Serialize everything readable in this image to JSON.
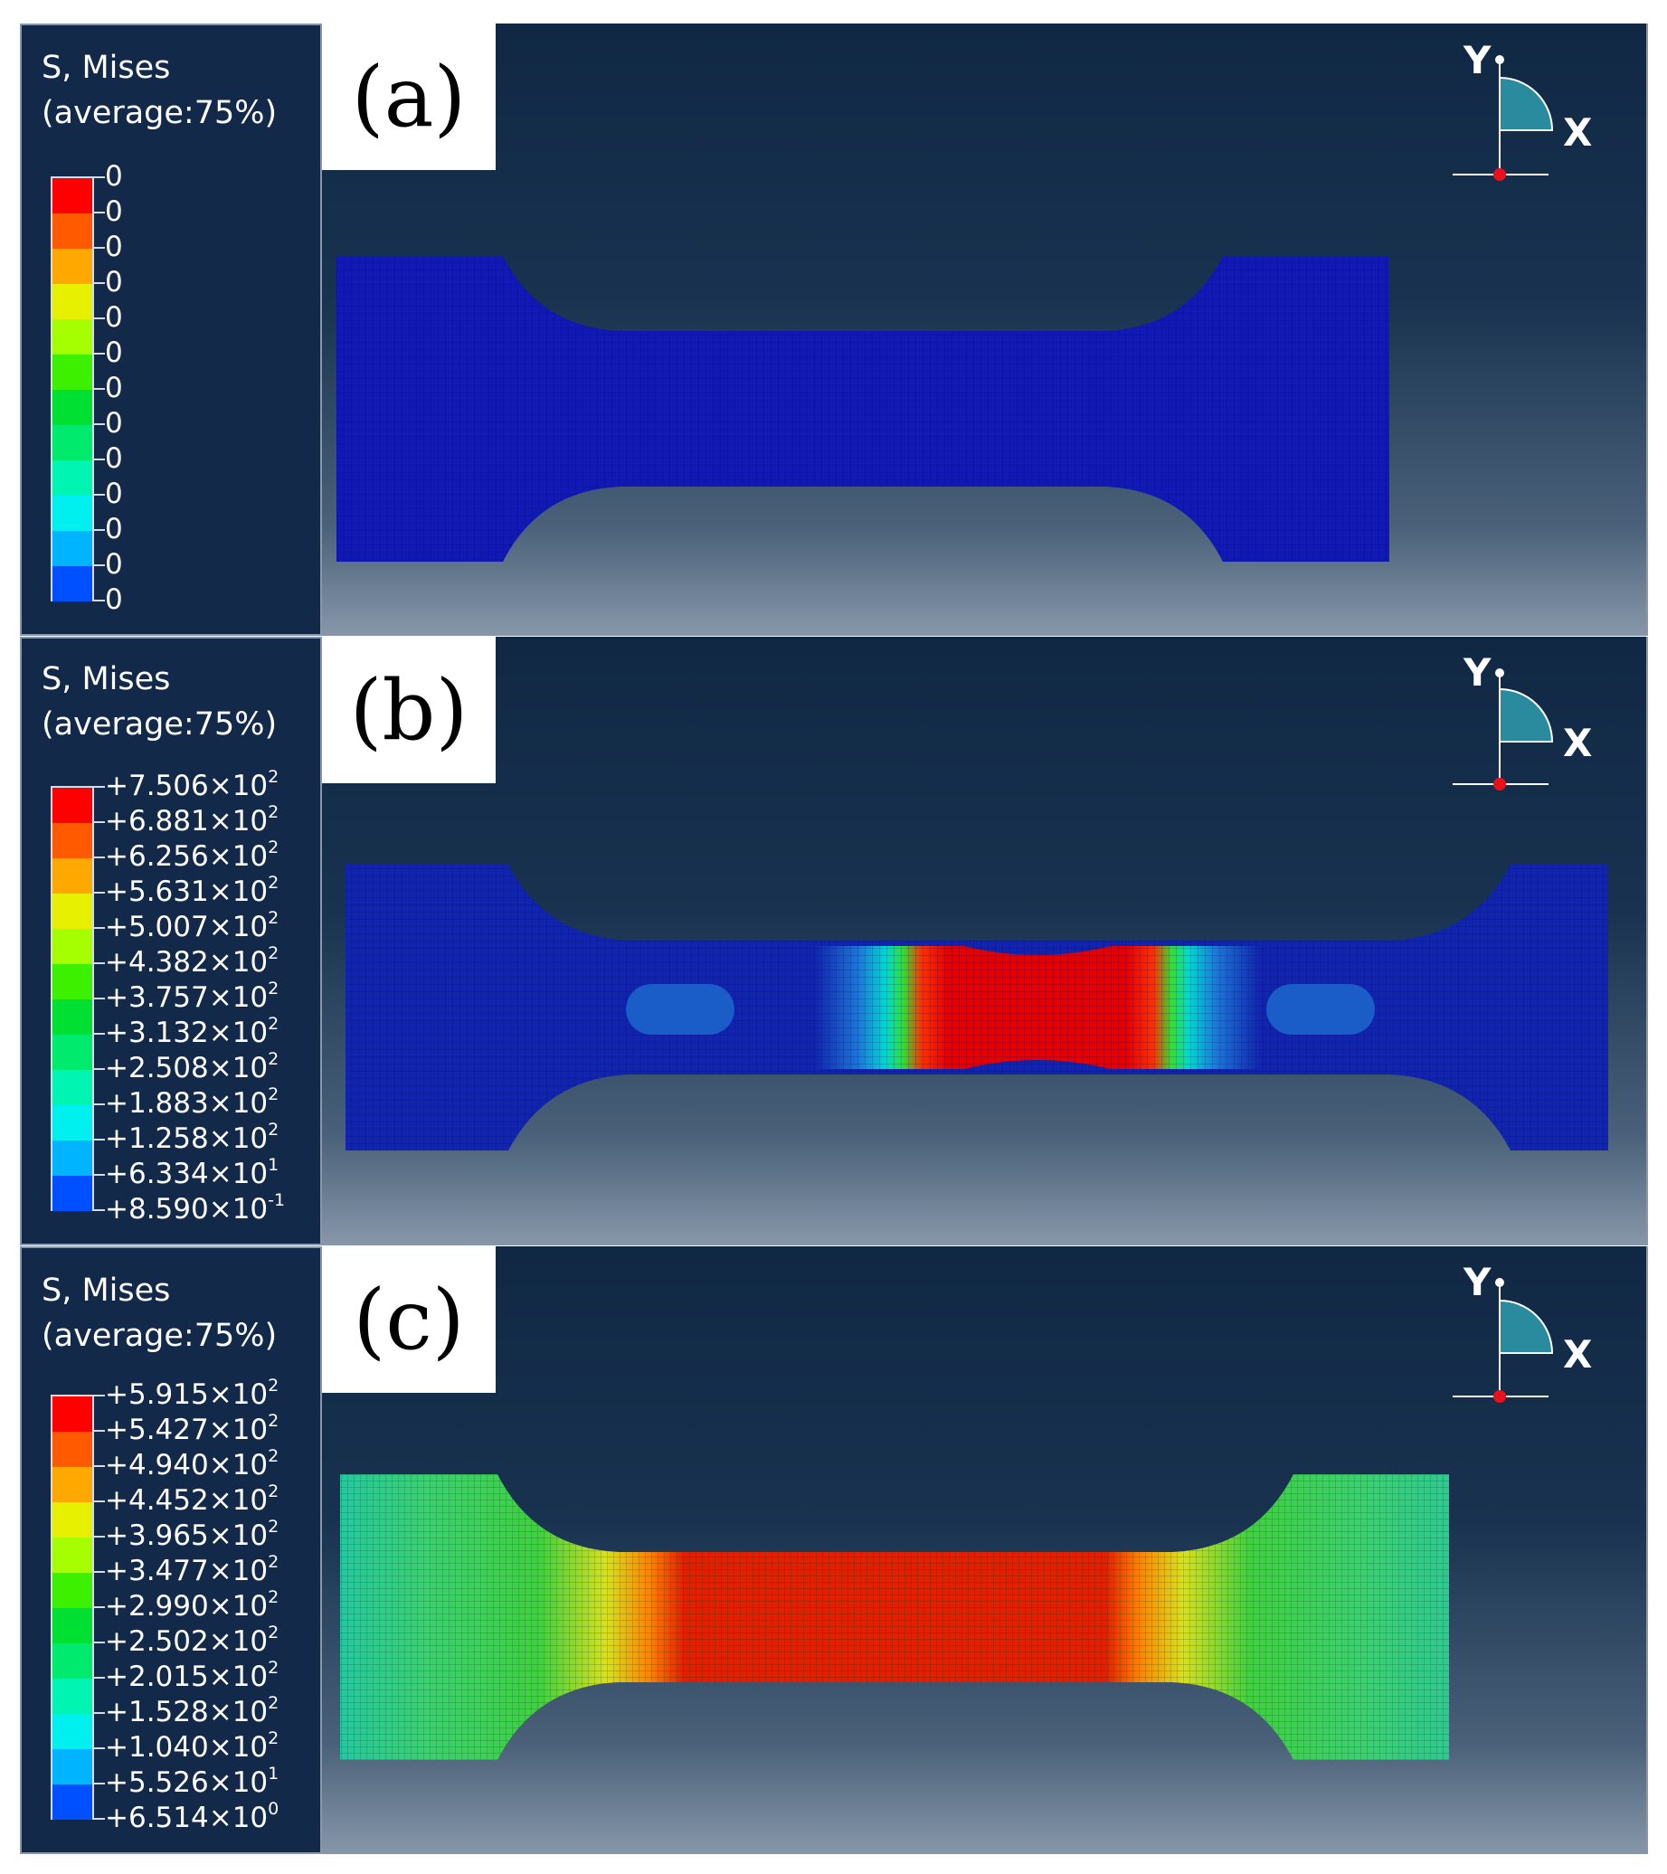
{
  "panels": [
    {
      "id": "a",
      "label": "(a)",
      "legend_title_line1": "S, Mises",
      "legend_title_line2": "(average:75%)",
      "ticks": [
        {
          "mant": "0",
          "exp": ""
        },
        {
          "mant": "0",
          "exp": ""
        },
        {
          "mant": "0",
          "exp": ""
        },
        {
          "mant": "0",
          "exp": ""
        },
        {
          "mant": "0",
          "exp": ""
        },
        {
          "mant": "0",
          "exp": ""
        },
        {
          "mant": "0",
          "exp": ""
        },
        {
          "mant": "0",
          "exp": ""
        },
        {
          "mant": "0",
          "exp": ""
        },
        {
          "mant": "0",
          "exp": ""
        },
        {
          "mant": "0",
          "exp": ""
        },
        {
          "mant": "0",
          "exp": ""
        },
        {
          "mant": "0",
          "exp": ""
        }
      ],
      "specimen_color": "#1018b8"
    },
    {
      "id": "b",
      "label": "(b)",
      "legend_title_line1": "S, Mises",
      "legend_title_line2": "(average:75%)",
      "ticks": [
        {
          "mant": "+7.506×10",
          "exp": "2"
        },
        {
          "mant": "+6.881×10",
          "exp": "2"
        },
        {
          "mant": "+6.256×10",
          "exp": "2"
        },
        {
          "mant": "+5.631×10",
          "exp": "2"
        },
        {
          "mant": "+5.007×10",
          "exp": "2"
        },
        {
          "mant": "+4.382×10",
          "exp": "2"
        },
        {
          "mant": "+3.757×10",
          "exp": "2"
        },
        {
          "mant": "+3.132×10",
          "exp": "2"
        },
        {
          "mant": "+2.508×10",
          "exp": "2"
        },
        {
          "mant": "+1.883×10",
          "exp": "2"
        },
        {
          "mant": "+1.258×10",
          "exp": "2"
        },
        {
          "mant": "+6.334×10",
          "exp": "1"
        },
        {
          "mant": "+8.590×10",
          "exp": "-1"
        }
      ],
      "specimen_color": "#1024b0"
    },
    {
      "id": "c",
      "label": "(c)",
      "legend_title_line1": "S, Mises",
      "legend_title_line2": "(average:75%)",
      "ticks": [
        {
          "mant": "+5.915×10",
          "exp": "2"
        },
        {
          "mant": "+5.427×10",
          "exp": "2"
        },
        {
          "mant": "+4.940×10",
          "exp": "2"
        },
        {
          "mant": "+4.452×10",
          "exp": "2"
        },
        {
          "mant": "+3.965×10",
          "exp": "2"
        },
        {
          "mant": "+3.477×10",
          "exp": "2"
        },
        {
          "mant": "+2.990×10",
          "exp": "2"
        },
        {
          "mant": "+2.502×10",
          "exp": "2"
        },
        {
          "mant": "+2.015×10",
          "exp": "2"
        },
        {
          "mant": "+1.528×10",
          "exp": "2"
        },
        {
          "mant": "+1.040×10",
          "exp": "2"
        },
        {
          "mant": "+5.526×10",
          "exp": "1"
        },
        {
          "mant": "+6.514×10",
          "exp": "0"
        }
      ],
      "specimen_color": "#2fb86a"
    }
  ],
  "legend_colors": [
    "#ff0000",
    "#ff5a00",
    "#ffa800",
    "#e6f000",
    "#a6ff00",
    "#3cf000",
    "#00e032",
    "#00ea6e",
    "#00f4b2",
    "#00f0f0",
    "#00b4ff",
    "#0050ff",
    "#0000ff"
  ],
  "triad": {
    "y_label": "Y",
    "x_label": "X"
  }
}
